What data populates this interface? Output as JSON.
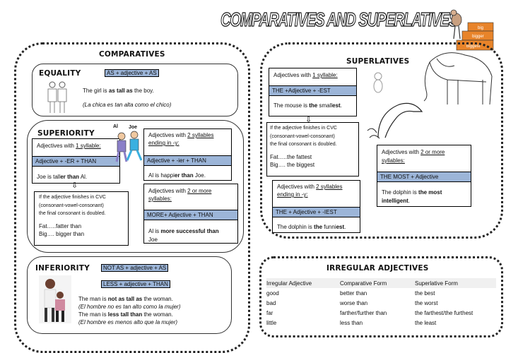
{
  "title": "COMPARATIVES AND SUPERLATIVES",
  "mouse_steps": [
    "big",
    "bigger",
    "biggest"
  ],
  "comparatives": {
    "heading": "COMPARATIVES",
    "equality": {
      "label": "EQUALITY",
      "formula": "AS + adjective + AS",
      "ex_a": "The girl is ",
      "ex_b": "as tall as",
      "ex_c": " the boy.",
      "translation": "(La chica es tan alta como el chico)"
    },
    "superiority": {
      "label": "SUPERIORITY",
      "names": [
        "Al",
        "Joe"
      ],
      "one": {
        "t1": "Adjectives with ",
        "t2": "1 syllable:",
        "formula": "Adjective + -ER + THAN",
        "ex_a": "Joe is tall",
        "ex_b": "er than",
        "ex_c": " Al."
      },
      "cvc": {
        "l1": "If the adjective finishes in CVC",
        "l2": "(consonant-vowel-consonant)",
        "l3": "the final consonant is doubled.",
        "l4": "Fat…..fatter than",
        "l5": "Big…. bigger than"
      },
      "two_y": {
        "t1": "Adjectives with ",
        "t2": "2  syllables",
        "t3": "ending in -y:",
        "formula": "Adjective + -ier + THAN",
        "ex_a": "Al is happi",
        "ex_b": "er than",
        "ex_c": " Joe."
      },
      "more": {
        "t1": "Adjectives with ",
        "t2": "2 or more",
        "t3": "syllables:",
        "formula": "MORE+ Adjective + THAN",
        "ex_a": "Al is ",
        "ex_b": "more successful than",
        "ex_c": "Joe"
      }
    },
    "inferiority": {
      "label": "INFERIORITY",
      "formula1": "NOT  AS + adjective + AS",
      "formula2": "LESS + adjective + THAN",
      "l1a": "The man is ",
      "l1b": "not as tall as",
      "l1c": " the woman.",
      "l2": "(El hombre no es tan alto como la mujer)",
      "l3a": "The man is ",
      "l3b": "less tall than",
      "l3c": " the woman.",
      "l4": "(El hombre es menos alto que la mujer)"
    }
  },
  "superlatives": {
    "heading": "SUPERLATIVES",
    "one": {
      "t1": "Adjectives with ",
      "t2": "1 syllable:",
      "formula": "THE +Adjective + -EST",
      "ex_a": "The mouse is ",
      "ex_b": "the",
      "ex_c": " small",
      "ex_d": "est",
      "ex_e": "."
    },
    "cvc": {
      "l1": "If the adjective finishes in CVC",
      "l2": "(consonant-vowel-consonant)",
      "l3": "the final consonant is doubled.",
      "l4": "Fat…..the fattest",
      "l5": "Big…. the biggest"
    },
    "two_y": {
      "t1": "Adjectives with ",
      "t2": "2  syllables",
      "t3": "ending in -y:",
      "formula": "THE + Adjective + -IEST",
      "ex_a": "The dolphin is ",
      "ex_b": "the",
      "ex_c": " funni",
      "ex_d": "est",
      "ex_e": "."
    },
    "more": {
      "t1": "Adjectives with ",
      "t2": "2 or more",
      "t3": "syllables:",
      "formula": "THE MOST + Adjective",
      "ex_a": "The dolphin is ",
      "ex_b": "the most",
      "ex_c": "intelligent",
      "ex_d": "."
    }
  },
  "irregular": {
    "heading": "IRREGULAR ADJECTIVES",
    "columns": [
      "Irregular Adjective",
      "Comparative Form",
      "Superlative Form"
    ],
    "rows": [
      [
        "good",
        "better than",
        "the best"
      ],
      [
        "bad",
        "worse than",
        "the worst"
      ],
      [
        "far",
        "farther/further than",
        "the farthest/the furthest"
      ],
      [
        "little",
        "less than",
        "the least"
      ]
    ]
  },
  "colors": {
    "highlight": "#9cb5d8"
  }
}
